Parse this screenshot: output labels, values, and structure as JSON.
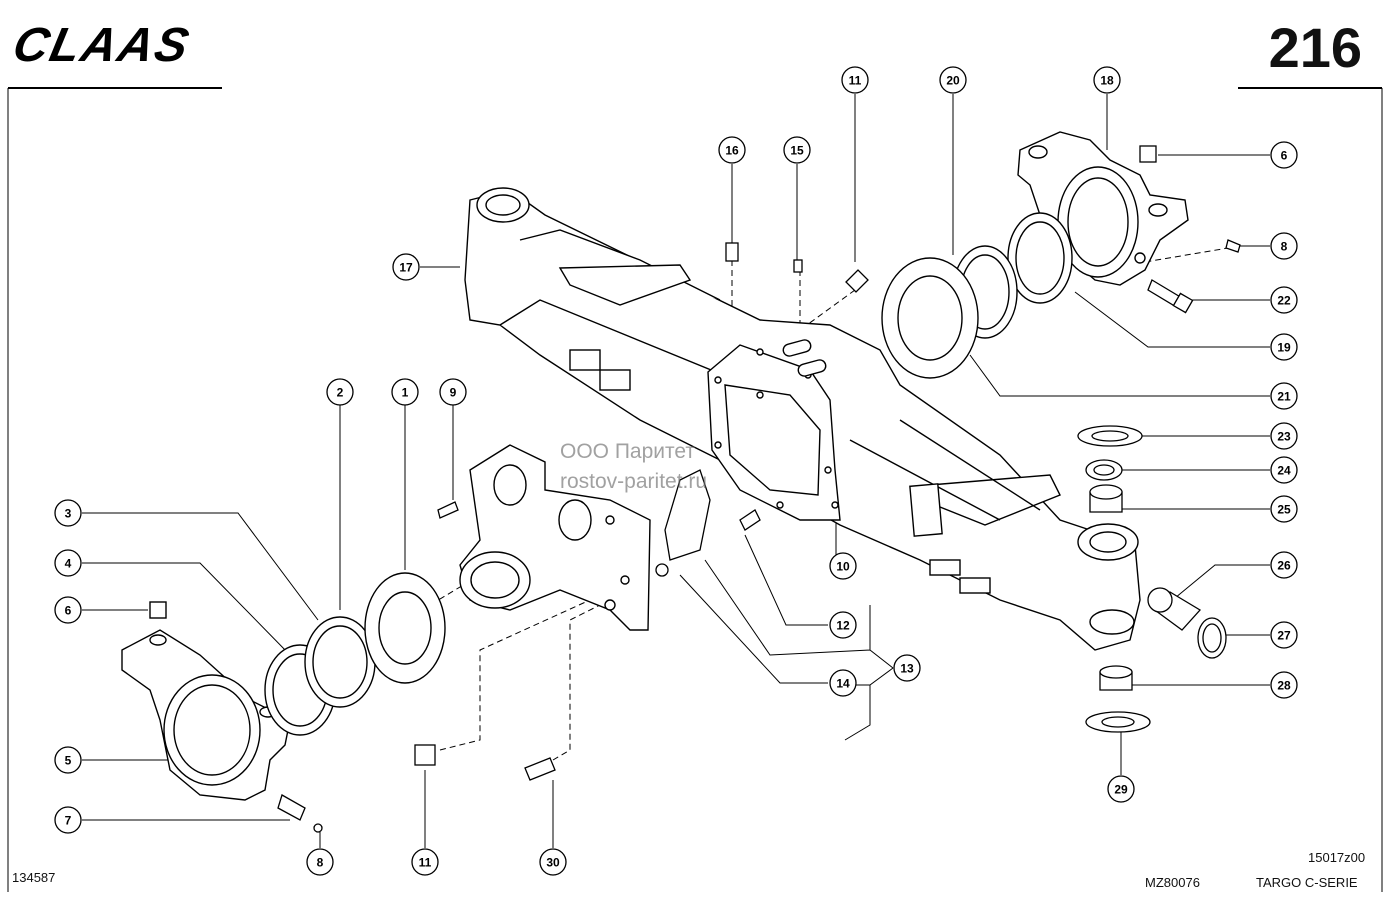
{
  "header": {
    "brand": "CLAAS",
    "page_number": "216"
  },
  "footer": {
    "left_code": "134587",
    "drawing_code": "MZ80076",
    "right_code": "15017z00",
    "series": "TARGO C-SERIE"
  },
  "watermark": {
    "line1": "ООО Паритет",
    "line2": "rostov-paritet.ru"
  },
  "callouts": [
    {
      "id": "c1",
      "label": "1"
    },
    {
      "id": "c2",
      "label": "2"
    },
    {
      "id": "c3",
      "label": "3"
    },
    {
      "id": "c4",
      "label": "4"
    },
    {
      "id": "c5",
      "label": "5"
    },
    {
      "id": "c6a",
      "label": "6"
    },
    {
      "id": "c6b",
      "label": "6"
    },
    {
      "id": "c7",
      "label": "7"
    },
    {
      "id": "c8a",
      "label": "8"
    },
    {
      "id": "c8b",
      "label": "8"
    },
    {
      "id": "c9",
      "label": "9"
    },
    {
      "id": "c10",
      "label": "10"
    },
    {
      "id": "c11a",
      "label": "11"
    },
    {
      "id": "c11b",
      "label": "11"
    },
    {
      "id": "c12",
      "label": "12"
    },
    {
      "id": "c13",
      "label": "13"
    },
    {
      "id": "c14",
      "label": "14"
    },
    {
      "id": "c15",
      "label": "15"
    },
    {
      "id": "c16",
      "label": "16"
    },
    {
      "id": "c17",
      "label": "17"
    },
    {
      "id": "c18",
      "label": "18"
    },
    {
      "id": "c19",
      "label": "19"
    },
    {
      "id": "c20",
      "label": "20"
    },
    {
      "id": "c21",
      "label": "21"
    },
    {
      "id": "c22",
      "label": "22"
    },
    {
      "id": "c23",
      "label": "23"
    },
    {
      "id": "c24",
      "label": "24"
    },
    {
      "id": "c25",
      "label": "25"
    },
    {
      "id": "c26",
      "label": "26"
    },
    {
      "id": "c27",
      "label": "27"
    },
    {
      "id": "c28",
      "label": "28"
    },
    {
      "id": "c29",
      "label": "29"
    },
    {
      "id": "c30",
      "label": "30"
    }
  ]
}
